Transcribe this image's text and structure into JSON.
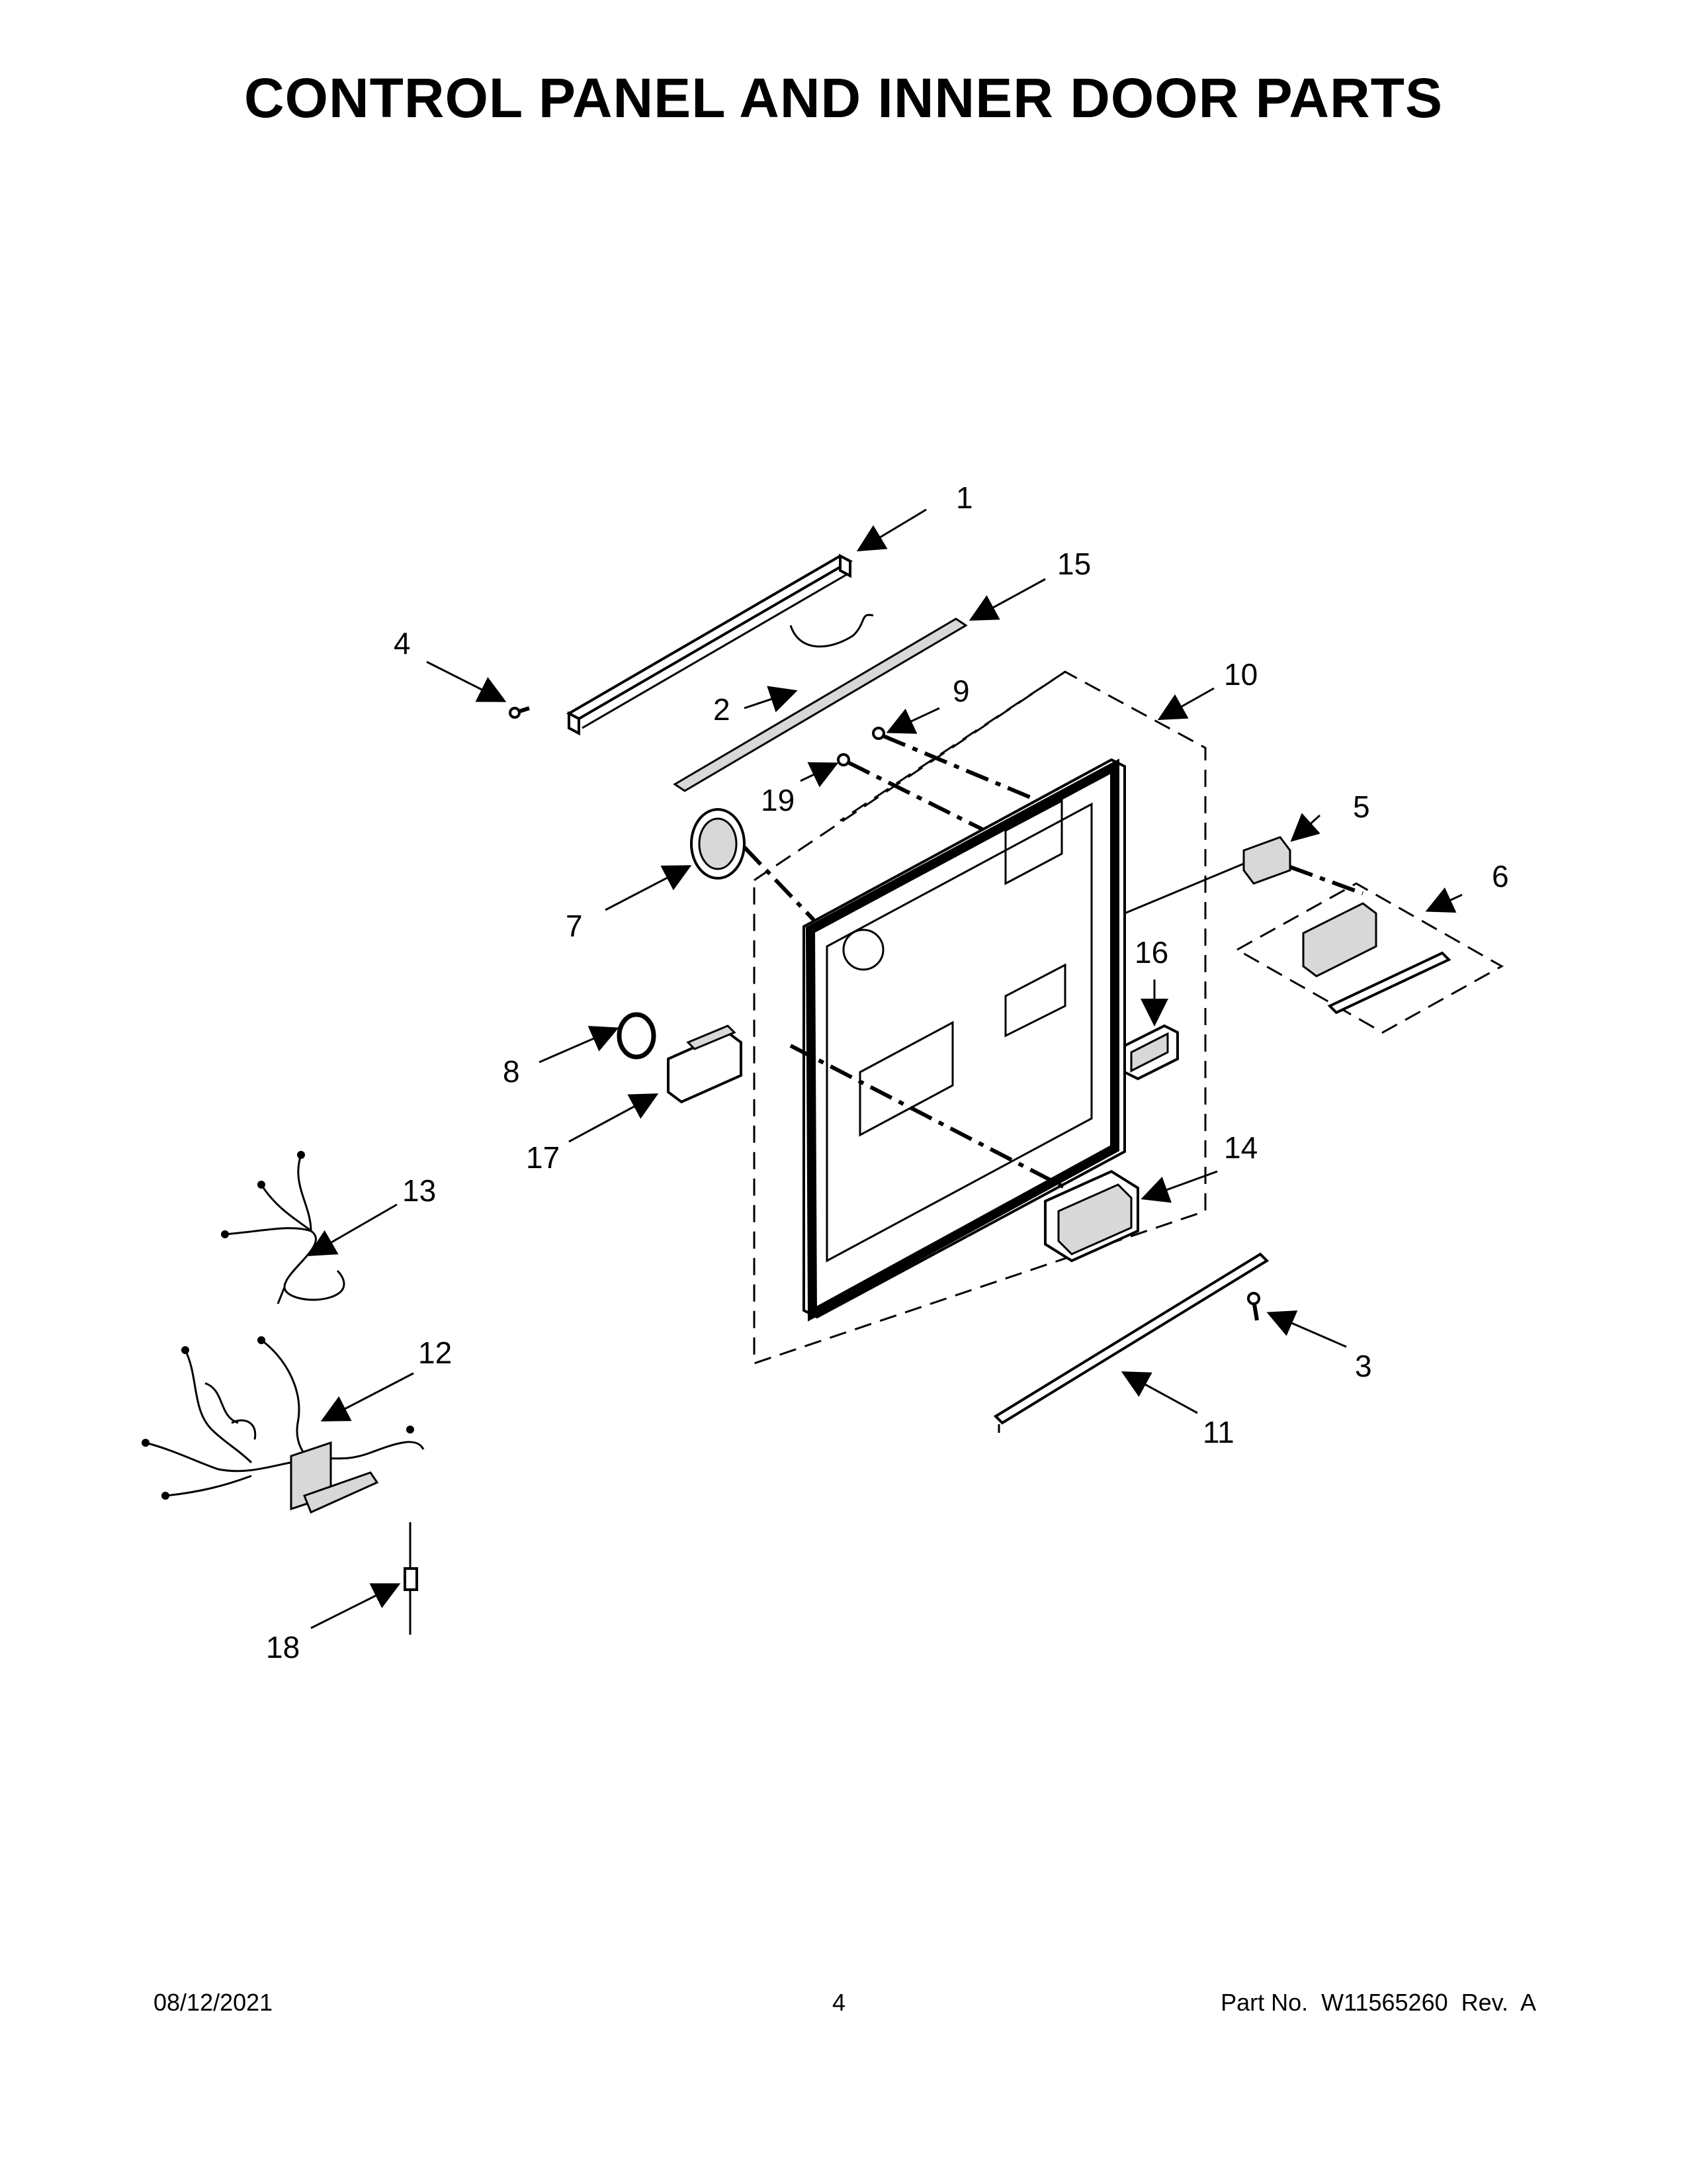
{
  "title": "CONTROL PANEL AND INNER DOOR PARTS",
  "callouts": [
    "1",
    "15",
    "4",
    "2",
    "9",
    "10",
    "19",
    "5",
    "7",
    "6",
    "16",
    "8",
    "17",
    "14",
    "13",
    "3",
    "12",
    "11",
    "18"
  ],
  "footer": {
    "date": "08/12/2021",
    "page": "4",
    "part_number": "Part No.  W11565260  Rev.  A"
  }
}
